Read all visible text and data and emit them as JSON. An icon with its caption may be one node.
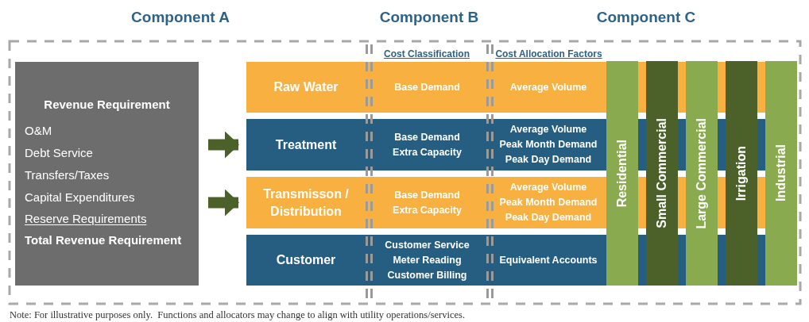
{
  "diagram": {
    "nodes": [
      {
        "text": [
          "Revenue Requirement",
          "O&M",
          "Debt Service",
          "Transfers/Taxes",
          "Capital Expenditures",
          "Reserve Requirements",
          "Total Revenue Requirement"
        ]
      },
      {
        "text": [
          "Raw Water"
        ]
      },
      {
        "text": [
          "Base Demand"
        ],
        "in": 1
      },
      {
        "text": [
          "Average Volume"
        ],
        "in": 1
      },
      {
        "text": [
          "Treatment"
        ]
      },
      {
        "text": [
          "Base Demand",
          "Extra Capacity"
        ],
        "in": 4
      },
      {
        "text": [
          "Average Volume",
          "Peak Month Demand",
          "Peak Day Demand"
        ],
        "in": 4
      },
      {
        "text": [
          "Transmisson / Distribution"
        ]
      },
      {
        "text": [
          "Base Demand",
          "Extra Capacity"
        ],
        "in": 7
      },
      {
        "text": [
          "Average Volume",
          "Peak Month Demand",
          "Peak Day Demand"
        ],
        "in": 7
      },
      {
        "text": [
          "Customer"
        ]
      },
      {
        "text": [
          "Customer Service",
          "Meter Reading",
          "Customer Billing"
        ],
        "in": 10
      },
      {
        "text": [
          "Equivalent Accounts"
        ],
        "in": 10
      },
      {
        "text": [
          "Residential"
        ]
      },
      {
        "text": [
          "Small Commercial"
        ]
      },
      {
        "text": [
          "Large Commercial"
        ]
      },
      {
        "text": [
          "Irrigation"
        ]
      },
      {
        "text": [
          "Industrial"
        ]
      }
    ],
    "edges": [
      {
        "from": 0,
        "to": 4,
        "arrow": "to"
      },
      {
        "from": 0,
        "to": 7,
        "arrow": "to"
      }
    ],
    "labels": [
      "Component A",
      "Component B",
      "Component C",
      "Cost Classification",
      "Cost Allocation Factors",
      "Note: For illustrative purposes only.  Functions and allocators may change to align with utility operations/services."
    ]
  }
}
